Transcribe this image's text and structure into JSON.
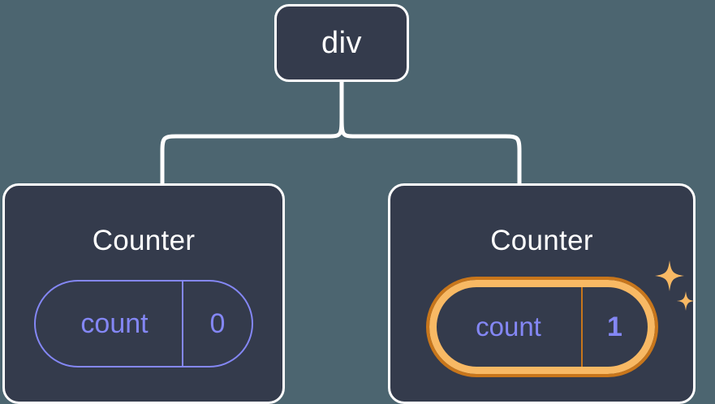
{
  "diagram": {
    "type": "component-tree",
    "background_color": "#4c6570",
    "node_color": "#343b4c",
    "node_border_color": "#ffffff",
    "accent_purple": "#8487f5",
    "highlight_orange_light": "#f8b964",
    "highlight_orange_dark": "#c8761b",
    "root": {
      "label": "div"
    },
    "children": [
      {
        "title": "Counter",
        "state": {
          "key": "count",
          "value": "0"
        },
        "highlighted": false,
        "sparkles": false
      },
      {
        "title": "Counter",
        "state": {
          "key": "count",
          "value": "1"
        },
        "highlighted": true,
        "sparkles": true
      }
    ],
    "icons": {
      "sparkle_large": "sparkle-icon",
      "sparkle_small": "sparkle-icon"
    }
  }
}
